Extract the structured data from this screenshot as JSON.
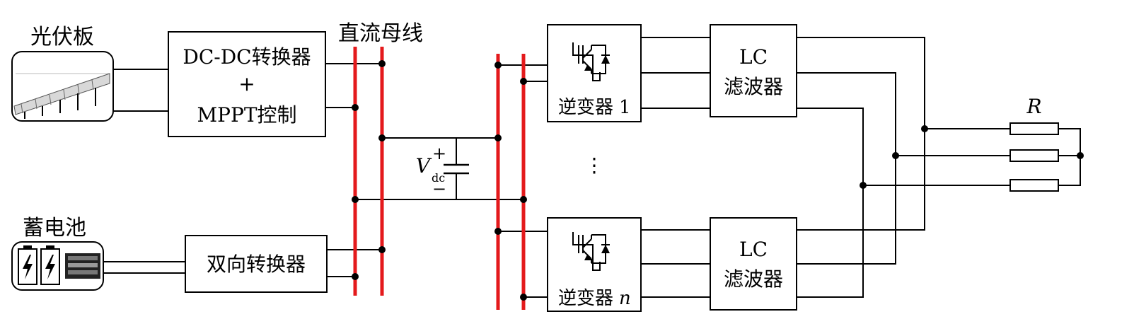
{
  "labels": {
    "pv_panel": "光伏板",
    "dcdc_line1": "DC-DC转换器",
    "dcdc_plus": "+",
    "dcdc_line3": "MPPT控制",
    "dc_bus": "直流母线",
    "battery": "蓄电池",
    "bidirectional": "双向转换器",
    "cap_v": "V",
    "cap_sub": "dc",
    "cap_plus": "+",
    "cap_minus": "−",
    "inverter1_main": "逆变器",
    "inverter1_idx": "1",
    "invertern_main": "逆变器",
    "invertern_idx": "n",
    "ellipsis": "⋮",
    "lc1_line1": "LC",
    "lc1_line2": "滤波器",
    "lc2_line1": "LC",
    "lc2_line2": "滤波器",
    "resistor_r": "R"
  },
  "colors": {
    "bus": "#e41a1c",
    "line": "#000000"
  }
}
